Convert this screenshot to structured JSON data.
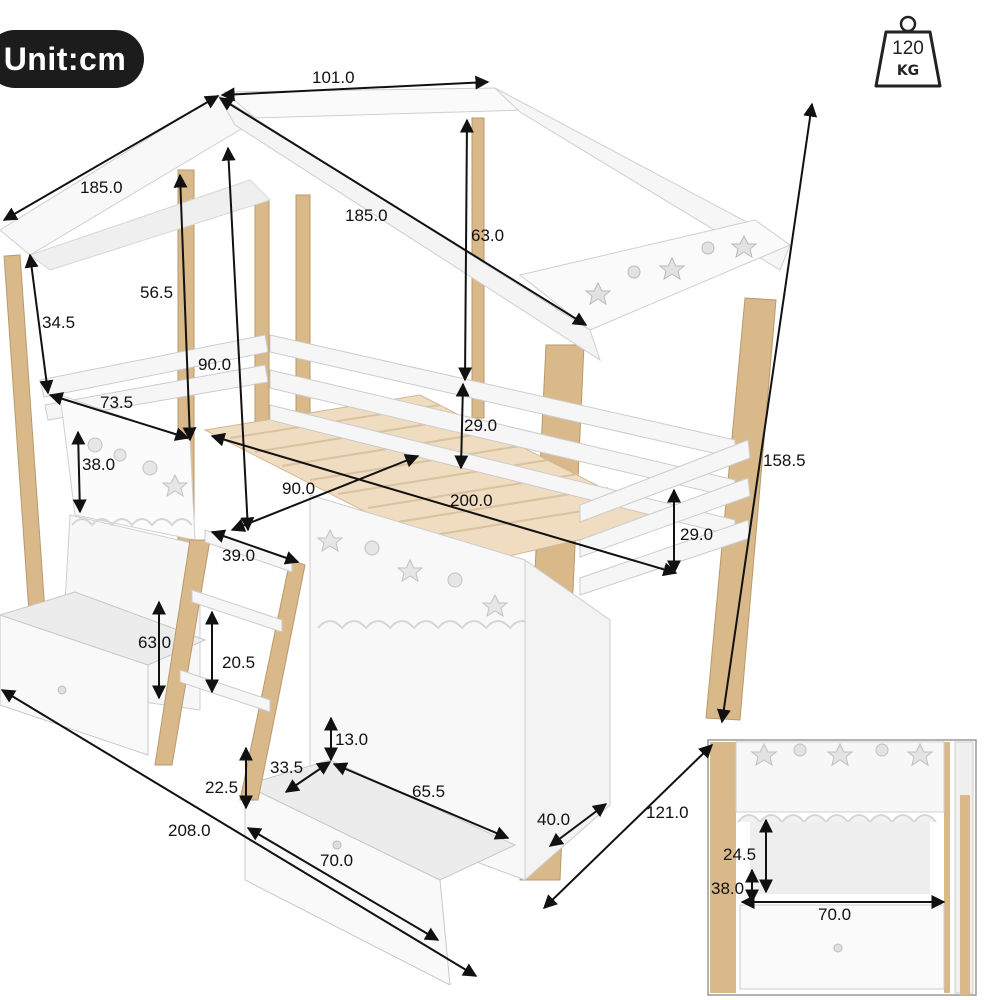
{
  "unit_label": "Unit:cm",
  "weight": {
    "value": "120",
    "unit": "KG",
    "icon": "weight-icon"
  },
  "colors": {
    "white_panel": "#f7f7f7",
    "wood": "#d9b88a",
    "line": "#111111",
    "badge": "#1c1c1c"
  },
  "dims": {
    "roof_width": "101.0",
    "roof_left_slope": "185.0",
    "roof_ridge": "185.0",
    "roof_height_right": "63.0",
    "roof_height_left": "56.5",
    "roof_eave_left": "34.5",
    "inner_height": "90.0",
    "end_width": "73.5",
    "guard_height_right": "29.0",
    "side_rail_height": "29.0",
    "end_panel_height": "38.0",
    "slat_width": "90.0",
    "mattress_length": "200.0",
    "ladder_width": "39.0",
    "total_height": "158.5",
    "drawer_side_depth": "63.0",
    "ladder_step": "20.5",
    "drawer_height": "13.0",
    "drawer_depth": "33.5",
    "drawer_width": "65.5",
    "floor_clearance": "22.5",
    "cabinet_depth": "40.0",
    "total_depth": "121.0",
    "total_length": "208.0",
    "cabinet_width": "70.0",
    "inset_shelf_height": "24.5",
    "inset_depth": "38.0",
    "inset_width": "70.0"
  }
}
